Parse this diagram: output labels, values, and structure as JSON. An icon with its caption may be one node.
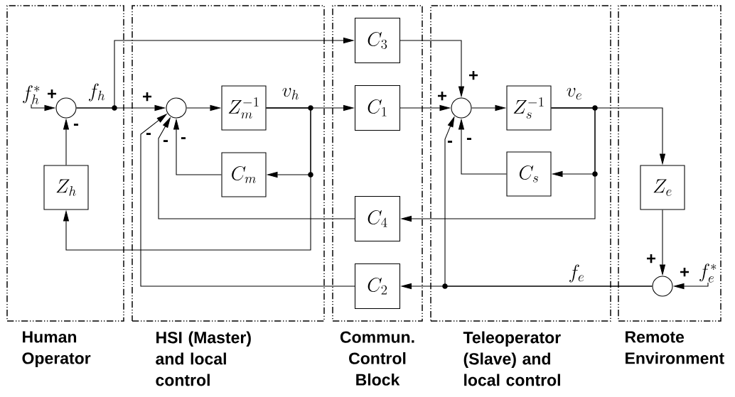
{
  "diagram": {
    "nodes": [
      {
        "text": [
          "Human Operator"
        ]
      },
      {
        "text": [
          "HSI (Master) and local control"
        ]
      },
      {
        "text": [
          "Commun. Control Block"
        ]
      },
      {
        "text": [
          "Teleoperator (Slave) and local control"
        ]
      },
      {
        "text": [
          "Remote Environment"
        ]
      },
      {
        "text": [],
        "shape": "circle",
        "in": 0
      },
      {
        "text": [
          "Z_h"
        ],
        "in": 0
      },
      {
        "text": [],
        "shape": "circle",
        "in": 1
      },
      {
        "text": [
          "Z_m^{-1}"
        ],
        "in": 1
      },
      {
        "text": [
          "C_m"
        ],
        "in": 1
      },
      {
        "text": [
          "C_3"
        ],
        "in": 2
      },
      {
        "text": [
          "C_1"
        ],
        "in": 2
      },
      {
        "text": [
          "C_4"
        ],
        "in": 2
      },
      {
        "text": [
          "C_2"
        ],
        "in": 2
      },
      {
        "text": [],
        "shape": "circle",
        "in": 3
      },
      {
        "text": [
          "Z_s^{-1}"
        ],
        "in": 3
      },
      {
        "text": [
          "C_s"
        ],
        "in": 3
      },
      {
        "text": [
          "Z_e"
        ],
        "in": 4
      },
      {
        "text": [],
        "shape": "circle",
        "in": 4
      },
      {
        "text": [
          "f_h^*"
        ],
        "in": 0
      },
      {
        "text": [
          "f_e^*"
        ],
        "in": 4
      }
    ],
    "edges": [
      {
        "from": 19,
        "to": 5,
        "arrow": "to"
      },
      {
        "from": 6,
        "to": 5,
        "arrow": "to"
      },
      {
        "from": 5,
        "to": 7,
        "arrow": "to"
      },
      {
        "from": 5,
        "to": 10,
        "arrow": "to"
      },
      {
        "from": 7,
        "to": 8,
        "arrow": "to"
      },
      {
        "from": 8,
        "to": 11,
        "arrow": "to"
      },
      {
        "from": 8,
        "to": 9,
        "arrow": "to"
      },
      {
        "from": 8,
        "to": 6,
        "arrow": "to"
      },
      {
        "from": 9,
        "to": 7,
        "arrow": "to"
      },
      {
        "from": 12,
        "to": 7,
        "arrow": "to"
      },
      {
        "from": 13,
        "to": 7,
        "arrow": "to"
      },
      {
        "from": 10,
        "to": 14,
        "arrow": "to"
      },
      {
        "from": 11,
        "to": 14,
        "arrow": "to"
      },
      {
        "from": 14,
        "to": 15,
        "arrow": "to"
      },
      {
        "from": 15,
        "to": 17,
        "arrow": "to"
      },
      {
        "from": 15,
        "to": 16,
        "arrow": "to"
      },
      {
        "from": 15,
        "to": 12,
        "arrow": "to"
      },
      {
        "from": 16,
        "to": 14,
        "arrow": "to"
      },
      {
        "from": 17,
        "to": 18,
        "arrow": "to"
      },
      {
        "from": 20,
        "to": 18,
        "arrow": "to"
      },
      {
        "from": 18,
        "to": 13,
        "arrow": "to"
      },
      {
        "from": 18,
        "to": 14,
        "arrow": "to"
      }
    ],
    "labels": [
      "+",
      "f_h",
      "+",
      "v_h",
      "+",
      "+",
      "v_e",
      "-",
      "-",
      "-",
      "-",
      "-",
      "-",
      "f_e",
      "+",
      "+"
    ]
  }
}
